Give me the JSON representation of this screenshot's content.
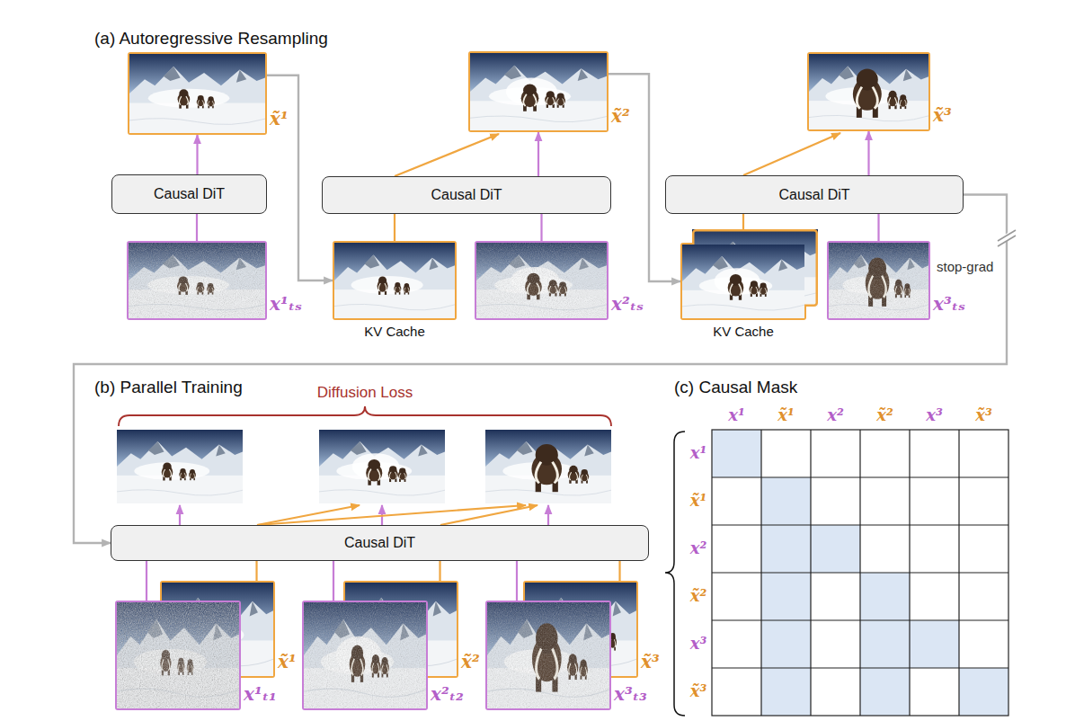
{
  "diagram": {
    "nodes": [
      {
        "text": [
          "x̃¹"
        ]
      },
      {
        "text": [
          "Causal DiT"
        ]
      },
      {
        "text": [
          "x¹ₜₛ"
        ]
      },
      {
        "text": [
          "x̃²"
        ]
      },
      {
        "text": [
          "Causal DiT"
        ]
      },
      {
        "text": [
          "KV Cache"
        ]
      },
      {
        "text": [
          "x²ₜₛ"
        ]
      },
      {
        "text": [
          "x̃³"
        ]
      },
      {
        "text": [
          "Causal DiT"
        ]
      },
      {
        "text": [
          "KV Cache"
        ]
      },
      {
        "text": [
          "x³ₜₛ"
        ]
      },
      {
        "text": [
          "Causal DiT"
        ]
      },
      {
        "text": [
          "x̃¹"
        ]
      },
      {
        "text": [
          "x¹ₜ₁"
        ]
      },
      {
        "text": [
          "x̃²"
        ]
      },
      {
        "text": [
          "x²ₜ₂"
        ]
      },
      {
        "text": [
          "x̃³"
        ]
      },
      {
        "text": [
          "x³ₜ₃"
        ]
      }
    ],
    "edges": [
      {
        "from": 2,
        "to": 1,
        "arrow": "none"
      },
      {
        "from": 1,
        "to": 0,
        "arrow": "to"
      },
      {
        "from": 0,
        "to": 5,
        "arrow": "to"
      },
      {
        "from": 6,
        "to": 4,
        "arrow": "none"
      },
      {
        "from": 5,
        "to": 4,
        "arrow": "none"
      },
      {
        "from": 4,
        "to": 3,
        "arrow": "to"
      },
      {
        "from": 3,
        "to": 9,
        "arrow": "to"
      },
      {
        "from": 10,
        "to": 8,
        "arrow": "none"
      },
      {
        "from": 9,
        "to": 8,
        "arrow": "none"
      },
      {
        "from": 8,
        "to": 7,
        "arrow": "to"
      },
      {
        "from": 8,
        "to": 11,
        "label": "stop-grad",
        "arrow": "to"
      },
      {
        "from": 13,
        "to": 11,
        "arrow": "none"
      },
      {
        "from": 12,
        "to": 11,
        "arrow": "none"
      },
      {
        "from": 15,
        "to": 11,
        "arrow": "none"
      },
      {
        "from": 14,
        "to": 11,
        "arrow": "none"
      },
      {
        "from": 17,
        "to": 11,
        "arrow": "none"
      },
      {
        "from": 16,
        "to": 11,
        "arrow": "none"
      }
    ],
    "labels": [
      "(a) Autoregressive Resampling",
      "(b) Parallel Training",
      "Diffusion Loss",
      "(c) Causal Mask",
      "x¹",
      "x̃¹",
      "x²",
      "x̃²",
      "x³",
      "x̃³",
      "x¹",
      "x̃¹",
      "x²",
      "x̃²",
      "x³",
      "x̃³"
    ]
  }
}
